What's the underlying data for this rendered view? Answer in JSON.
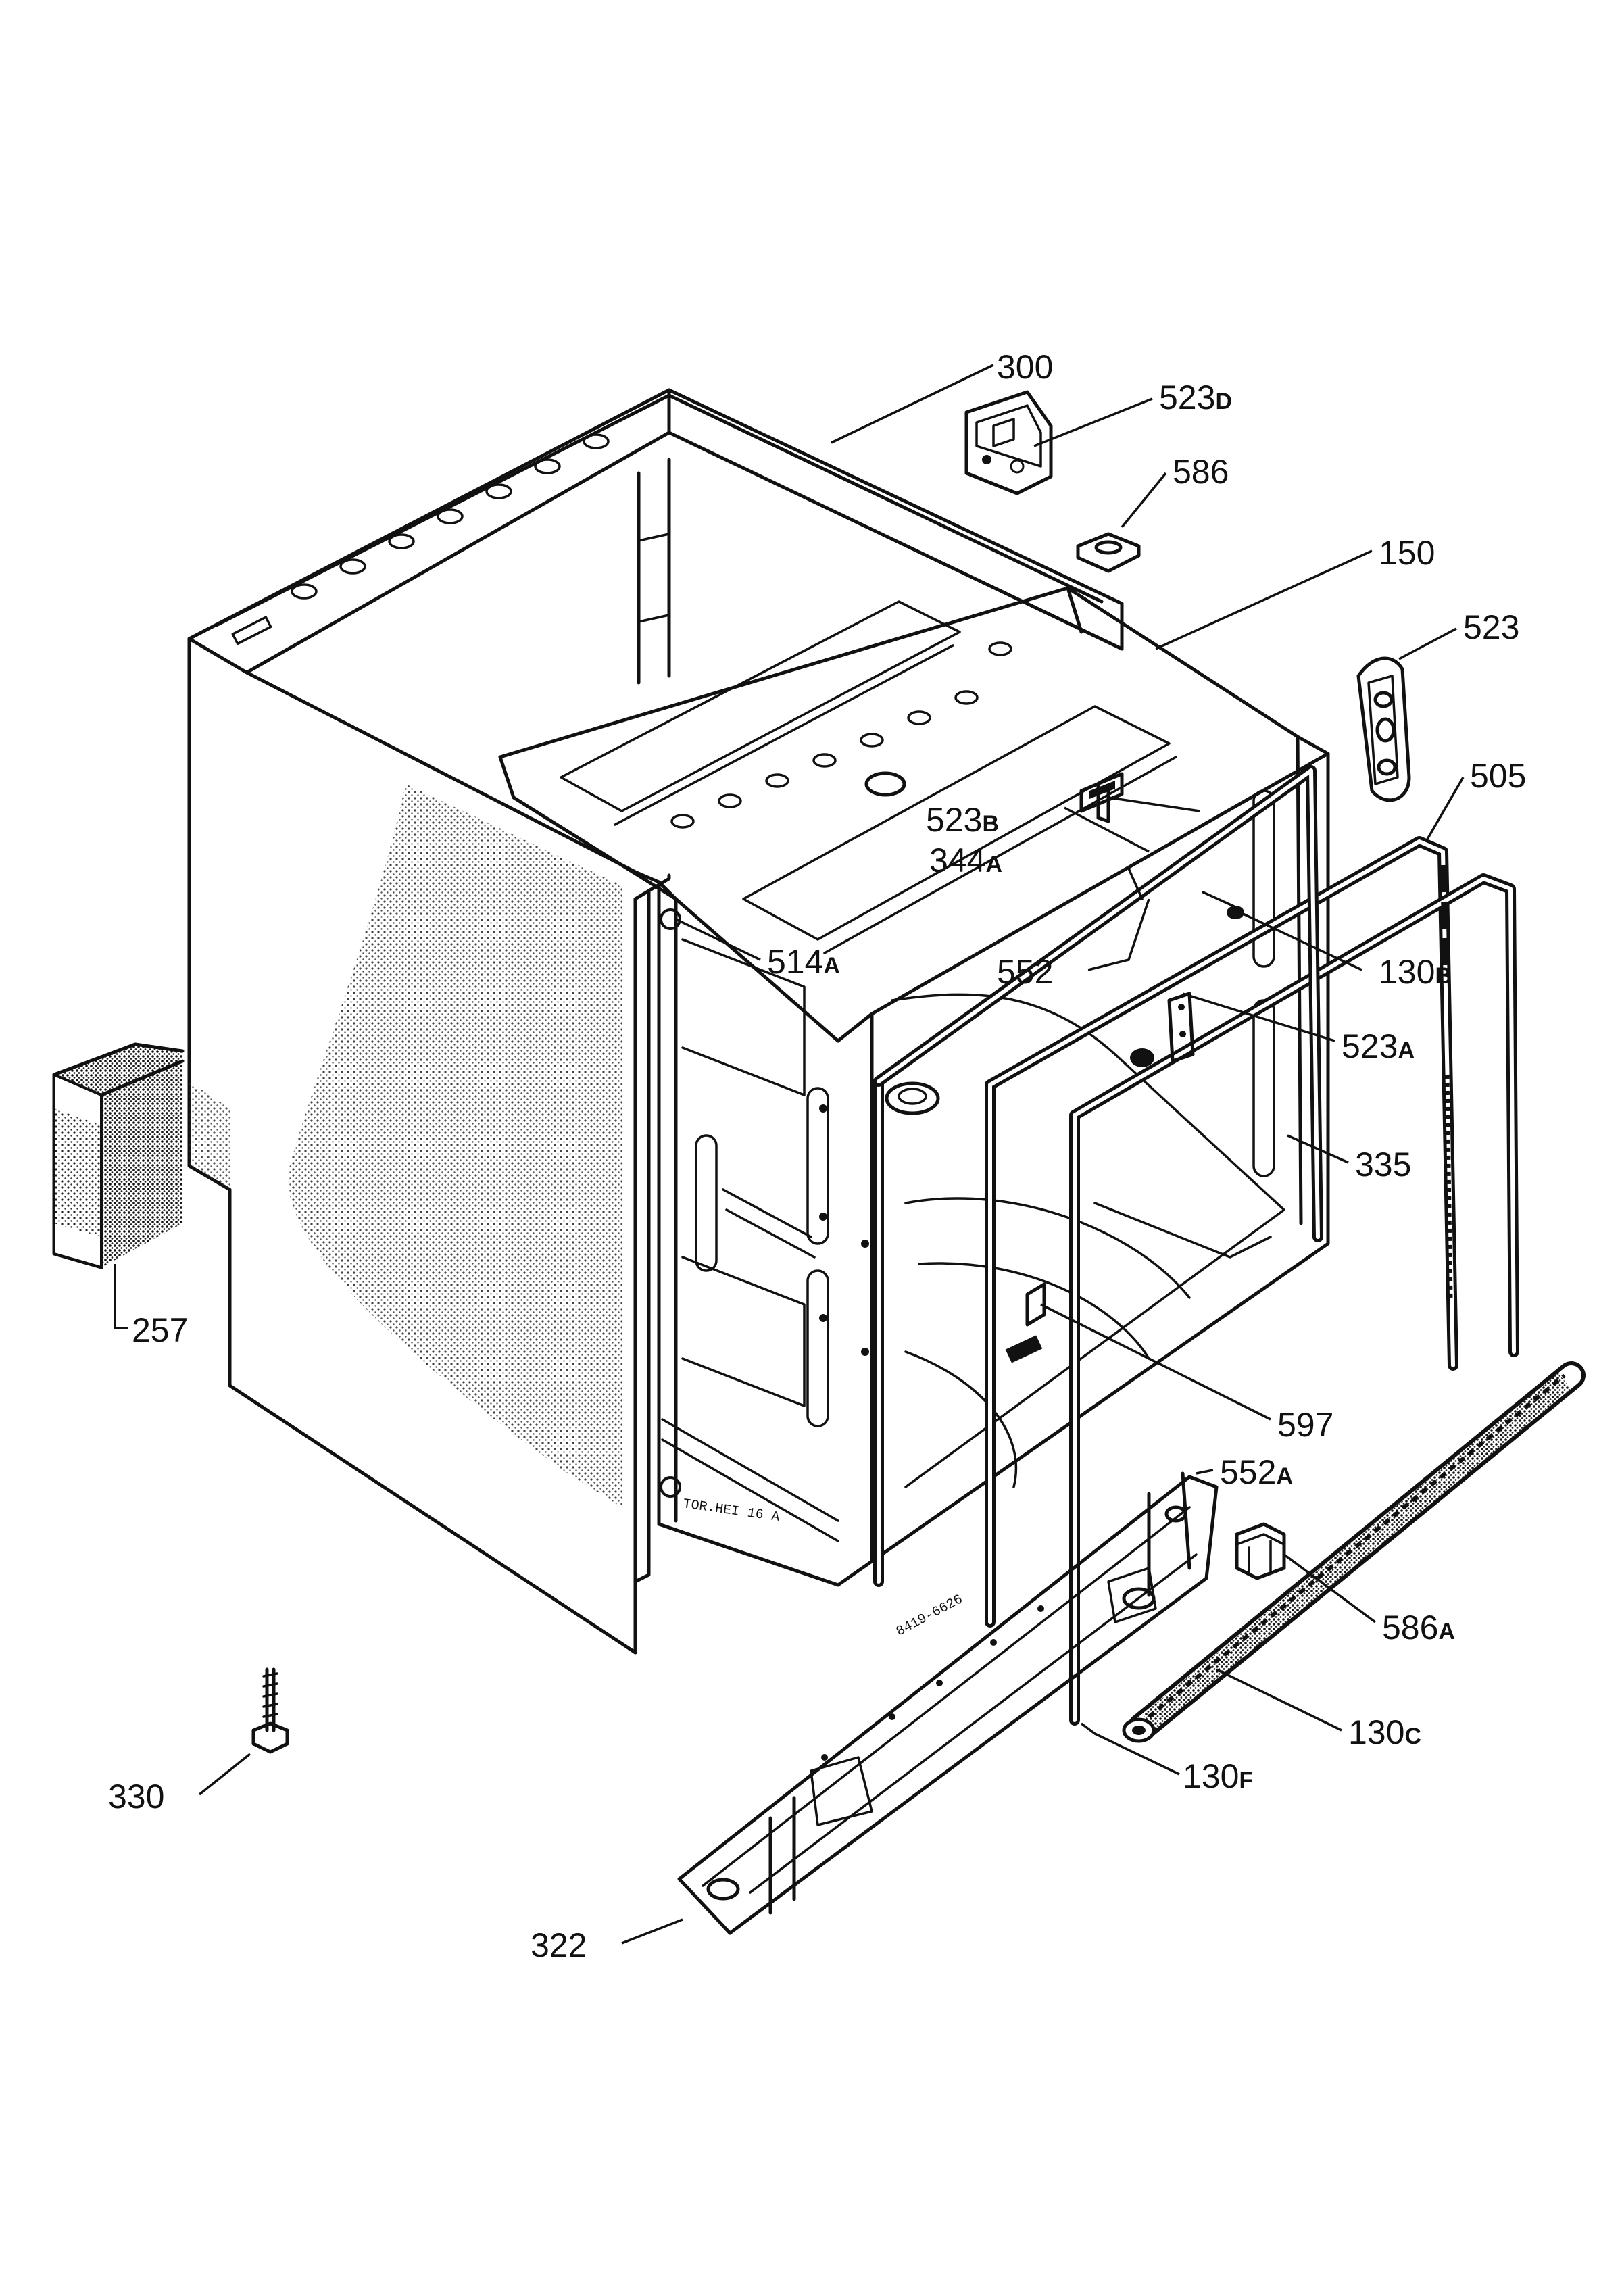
{
  "labels": {
    "l300": "300",
    "l523D": {
      "num": "523",
      "suffix": "D"
    },
    "l586": "586",
    "l150": "150",
    "l523": "523",
    "l505": "505",
    "l523B": {
      "num": "523",
      "suffix": "B"
    },
    "l344A": {
      "num": "344",
      "suffix": "A"
    },
    "l514A": {
      "num": "514",
      "suffix": "A"
    },
    "l552": "552",
    "l130B": {
      "num": "130",
      "suffix": "B"
    },
    "l523A": {
      "num": "523",
      "suffix": "A"
    },
    "l335": "335",
    "l257": "257",
    "l597": "597",
    "l552A": {
      "num": "552",
      "suffix": "A"
    },
    "l586A": {
      "num": "586",
      "suffix": "A"
    },
    "l130C": {
      "num": "130",
      "suffix": "C"
    },
    "l130F": {
      "num": "130",
      "suffix": "F"
    },
    "l330": "330",
    "l322": "322"
  }
}
